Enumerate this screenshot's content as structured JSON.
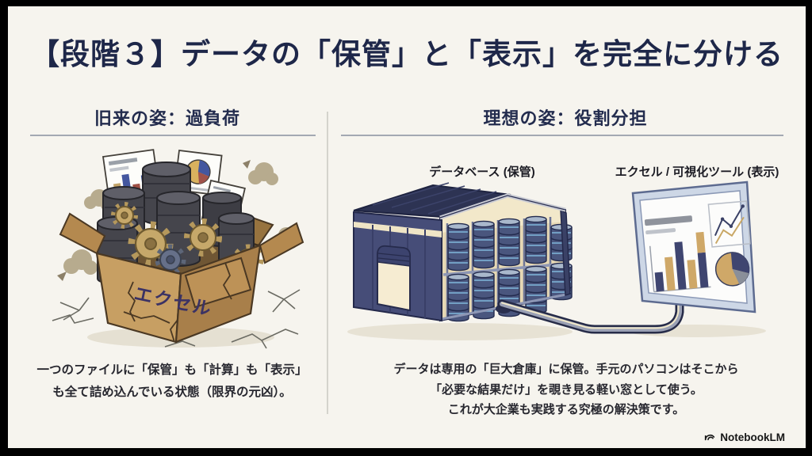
{
  "slide": {
    "title": "【段階３】データの「保管」と「表示」を完全に分ける",
    "left": {
      "heading": "旧来の姿：過負荷",
      "box_label": "エクセル",
      "caption_lines": [
        "一つのファイルに「保管」も「計算」も「表示」",
        "も全て詰め込んでいる状態（限界の元凶）。"
      ]
    },
    "right": {
      "heading": "理想の姿：役割分担",
      "database_label": "データベース (保管)",
      "viz_label": "エクセル / 可視化ツール (表示)",
      "caption_lines": [
        "データは専用の「巨大倉庫」に保管。手元のパソコンはそこから",
        "「必要な結果だけ」を覗き見る軽い窓として使う。",
        "これが大企業も実践する究極の解決策です。"
      ]
    },
    "footer": {
      "brand": "NotebookLM"
    },
    "icons": {
      "brand_icon": "notebooklm-arcs",
      "left_illustration": "overloaded-cardboard-box-with-database-barrels-gears-and-charts",
      "right_illustration": "warehouse-database-connected-by-pipe-to-monitor"
    },
    "colors": {
      "background": "#f6f4ee",
      "frame": "#000000",
      "title_navy": "#1e2749",
      "cardboard_tan": "#c79f63",
      "warehouse_navy": "#464d78",
      "gold": "#c6a86a",
      "interior_cream": "#e6d8b4",
      "brand_text": "#161616"
    }
  }
}
